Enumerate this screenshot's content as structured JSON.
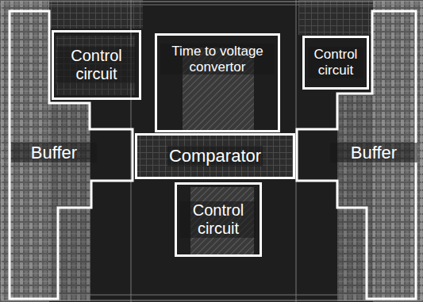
{
  "diagram": {
    "nodes": [
      {
        "text": [
          "Control circuit"
        ]
      },
      {
        "text": [
          "Time to voltage convertor"
        ]
      },
      {
        "text": [
          "Control circuit"
        ]
      },
      {
        "text": [
          "Buffer"
        ]
      },
      {
        "text": [
          "Comparator"
        ]
      },
      {
        "text": [
          "Buffer"
        ]
      },
      {
        "text": [
          "Control circuit"
        ]
      }
    ]
  }
}
